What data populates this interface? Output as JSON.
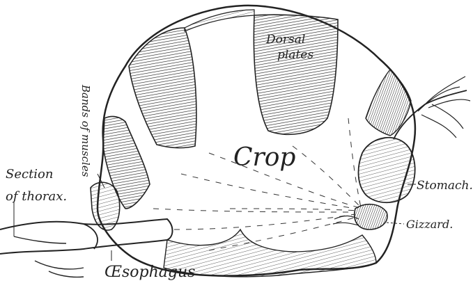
{
  "labels": {
    "crop": "Crop",
    "dorsal_plates_line1": "Dorsal",
    "dorsal_plates_line2": "plates",
    "bands_of_muscles": "Bands of muscles",
    "section_line1": "Section",
    "section_line2": "of thorax.",
    "stomach": "Stomach.",
    "gizzard": "Gizzard.",
    "oesophagus": "Œsophagus"
  },
  "colors": {
    "ink": "#222222",
    "paper": "#ffffff"
  }
}
